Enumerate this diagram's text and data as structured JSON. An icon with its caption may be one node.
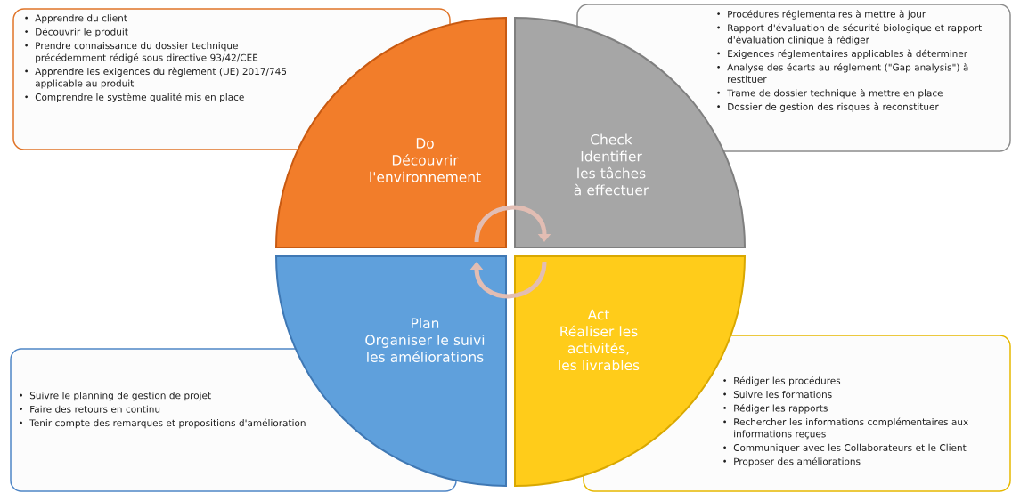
{
  "diagram": {
    "nodes": [
      {
        "text": [
          "Apprendre du client",
          "Découvrir le produit",
          "Prendre connaissance du dossier technique précédemment rédigé sous directive 93/42/CEE",
          "Apprendre les exigences du règlement (UE) 2017/745 applicable au produit",
          "Comprendre le système qualité mis en place"
        ]
      },
      {
        "text": [
          "Procédures réglementaires à mettre à jour",
          "Rapport d'évaluation de sécurité biologique et rapport d'évaluation clinique à rédiger",
          "Exigences réglementaires applicables à déterminer",
          "Analyse des écarts au réglement (\"Gap analysis\") à restituer",
          "Trame de dossier technique à mettre en place",
          "Dossier de gestion des risques à reconstituer"
        ]
      },
      {
        "text": [
          "Do",
          "Découvrir l'environnement"
        ]
      },
      {
        "text": [
          "Check",
          "Identifier les tâches à effectuer"
        ]
      },
      {
        "text": [
          "Plan",
          "Organiser le suivi les améliorations"
        ]
      },
      {
        "text": [
          "Act",
          "Réaliser les activités, les livrables"
        ]
      },
      {
        "text": [
          "Suivre le planning de gestion de projet",
          "Faire des retours en continu",
          "Tenir compte des remarques et propositions d'amélioration"
        ]
      },
      {
        "text": [
          "Rédiger les procédures",
          "Suivre les formations",
          "Rédiger les rapports",
          "Rechercher les informations complémentaires aux informations reçues",
          "Communiquer avec les Collaborateurs et le Client",
          "Proposer des améliorations"
        ]
      }
    ],
    "edges": [
      {
        "from": 2,
        "to": 3,
        "arrow": "to"
      },
      {
        "from": 5,
        "to": 4,
        "arrow": "to"
      }
    ]
  }
}
